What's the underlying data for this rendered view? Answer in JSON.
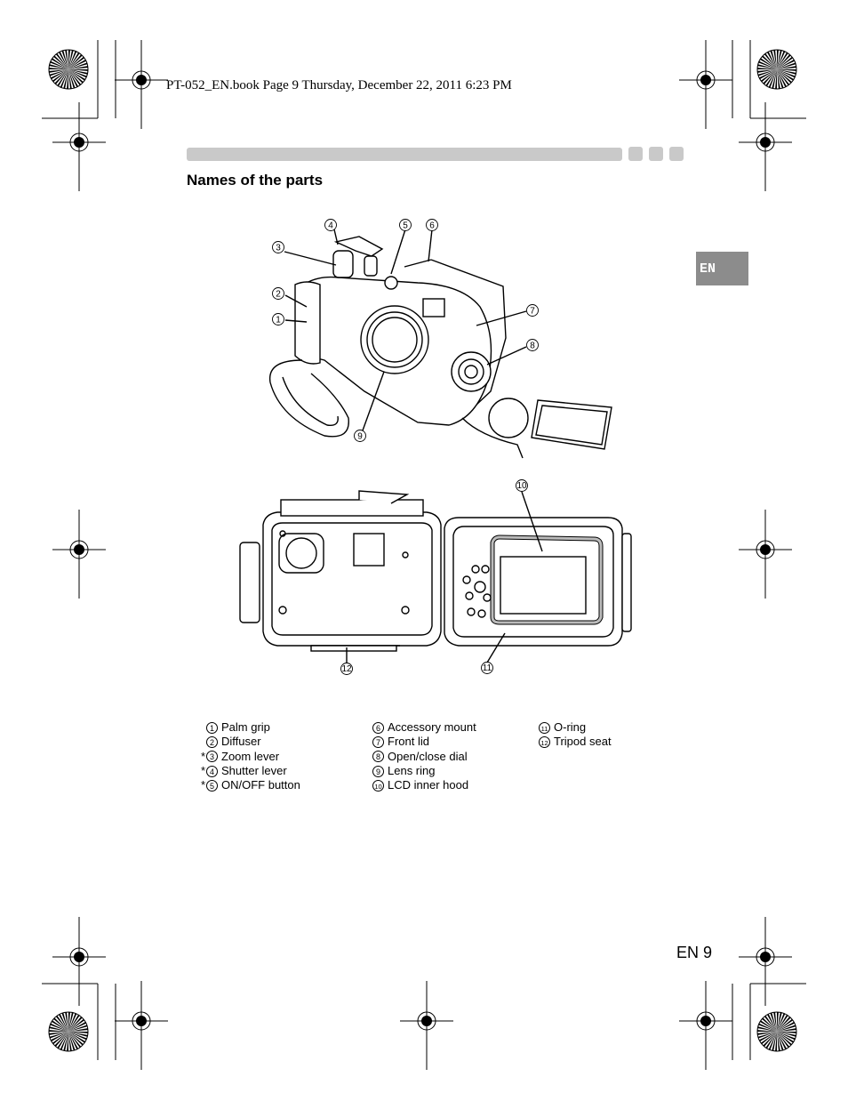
{
  "header": {
    "book_line": "PT-052_EN.book  Page 9  Thursday, December 22, 2011  6:23 PM"
  },
  "section": {
    "title": "Names of the parts"
  },
  "language_tab": {
    "label": "EN"
  },
  "page": {
    "number": "EN 9"
  },
  "callouts": {
    "c1": "1",
    "c2": "2",
    "c3": "3",
    "c4": "4",
    "c5": "5",
    "c6": "6",
    "c7": "7",
    "c8": "8",
    "c9": "9",
    "c10": "10",
    "c11": "11",
    "c12": "12"
  },
  "legend": {
    "col1": [
      {
        "star": "",
        "num": "1",
        "label": "Palm grip"
      },
      {
        "star": "",
        "num": "2",
        "label": "Diffuser"
      },
      {
        "star": "*",
        "num": "3",
        "label": "Zoom lever"
      },
      {
        "star": "*",
        "num": "4",
        "label": "Shutter lever"
      },
      {
        "star": "*",
        "num": "5",
        "label": "ON/OFF button"
      }
    ],
    "col2": [
      {
        "num": "6",
        "label": "Accessory mount"
      },
      {
        "num": "7",
        "label": "Front lid"
      },
      {
        "num": "8",
        "label": "Open/close dial"
      },
      {
        "num": "9",
        "label": "Lens ring"
      },
      {
        "num": "10",
        "label": "LCD inner hood"
      }
    ],
    "col3": [
      {
        "num": "11",
        "label": "O-ring"
      },
      {
        "num": "12",
        "label": "Tripod seat"
      }
    ]
  }
}
